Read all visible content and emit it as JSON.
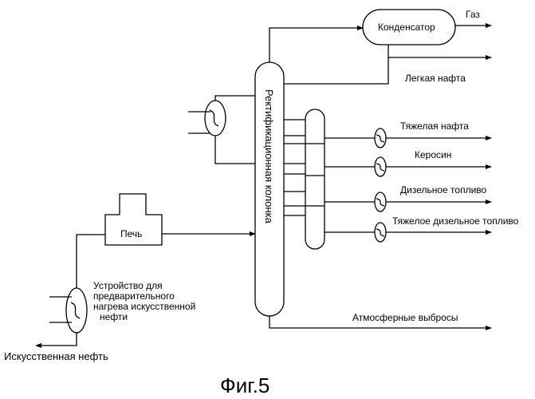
{
  "labels": {
    "column": "Ректификационная колонка",
    "condenser": "Конденсатор",
    "furnace": "Печь",
    "gas": "Газ",
    "light_naphtha": "Легкая нафта",
    "heavy_naphtha": "Тяжелая нафта",
    "kerosene": "Керосин",
    "diesel": "Дизельное топливо",
    "heavy_diesel": "Тяжелое дизельное топливо",
    "atmospheric": "Атмосферные выбросы",
    "preheat_1": "Устройство для",
    "preheat_2": "предварительного",
    "preheat_3": "нагрева  искусственной",
    "preheat_4": "нефти",
    "feed": "Искусственная нефть"
  },
  "caption": "Фиг.5"
}
